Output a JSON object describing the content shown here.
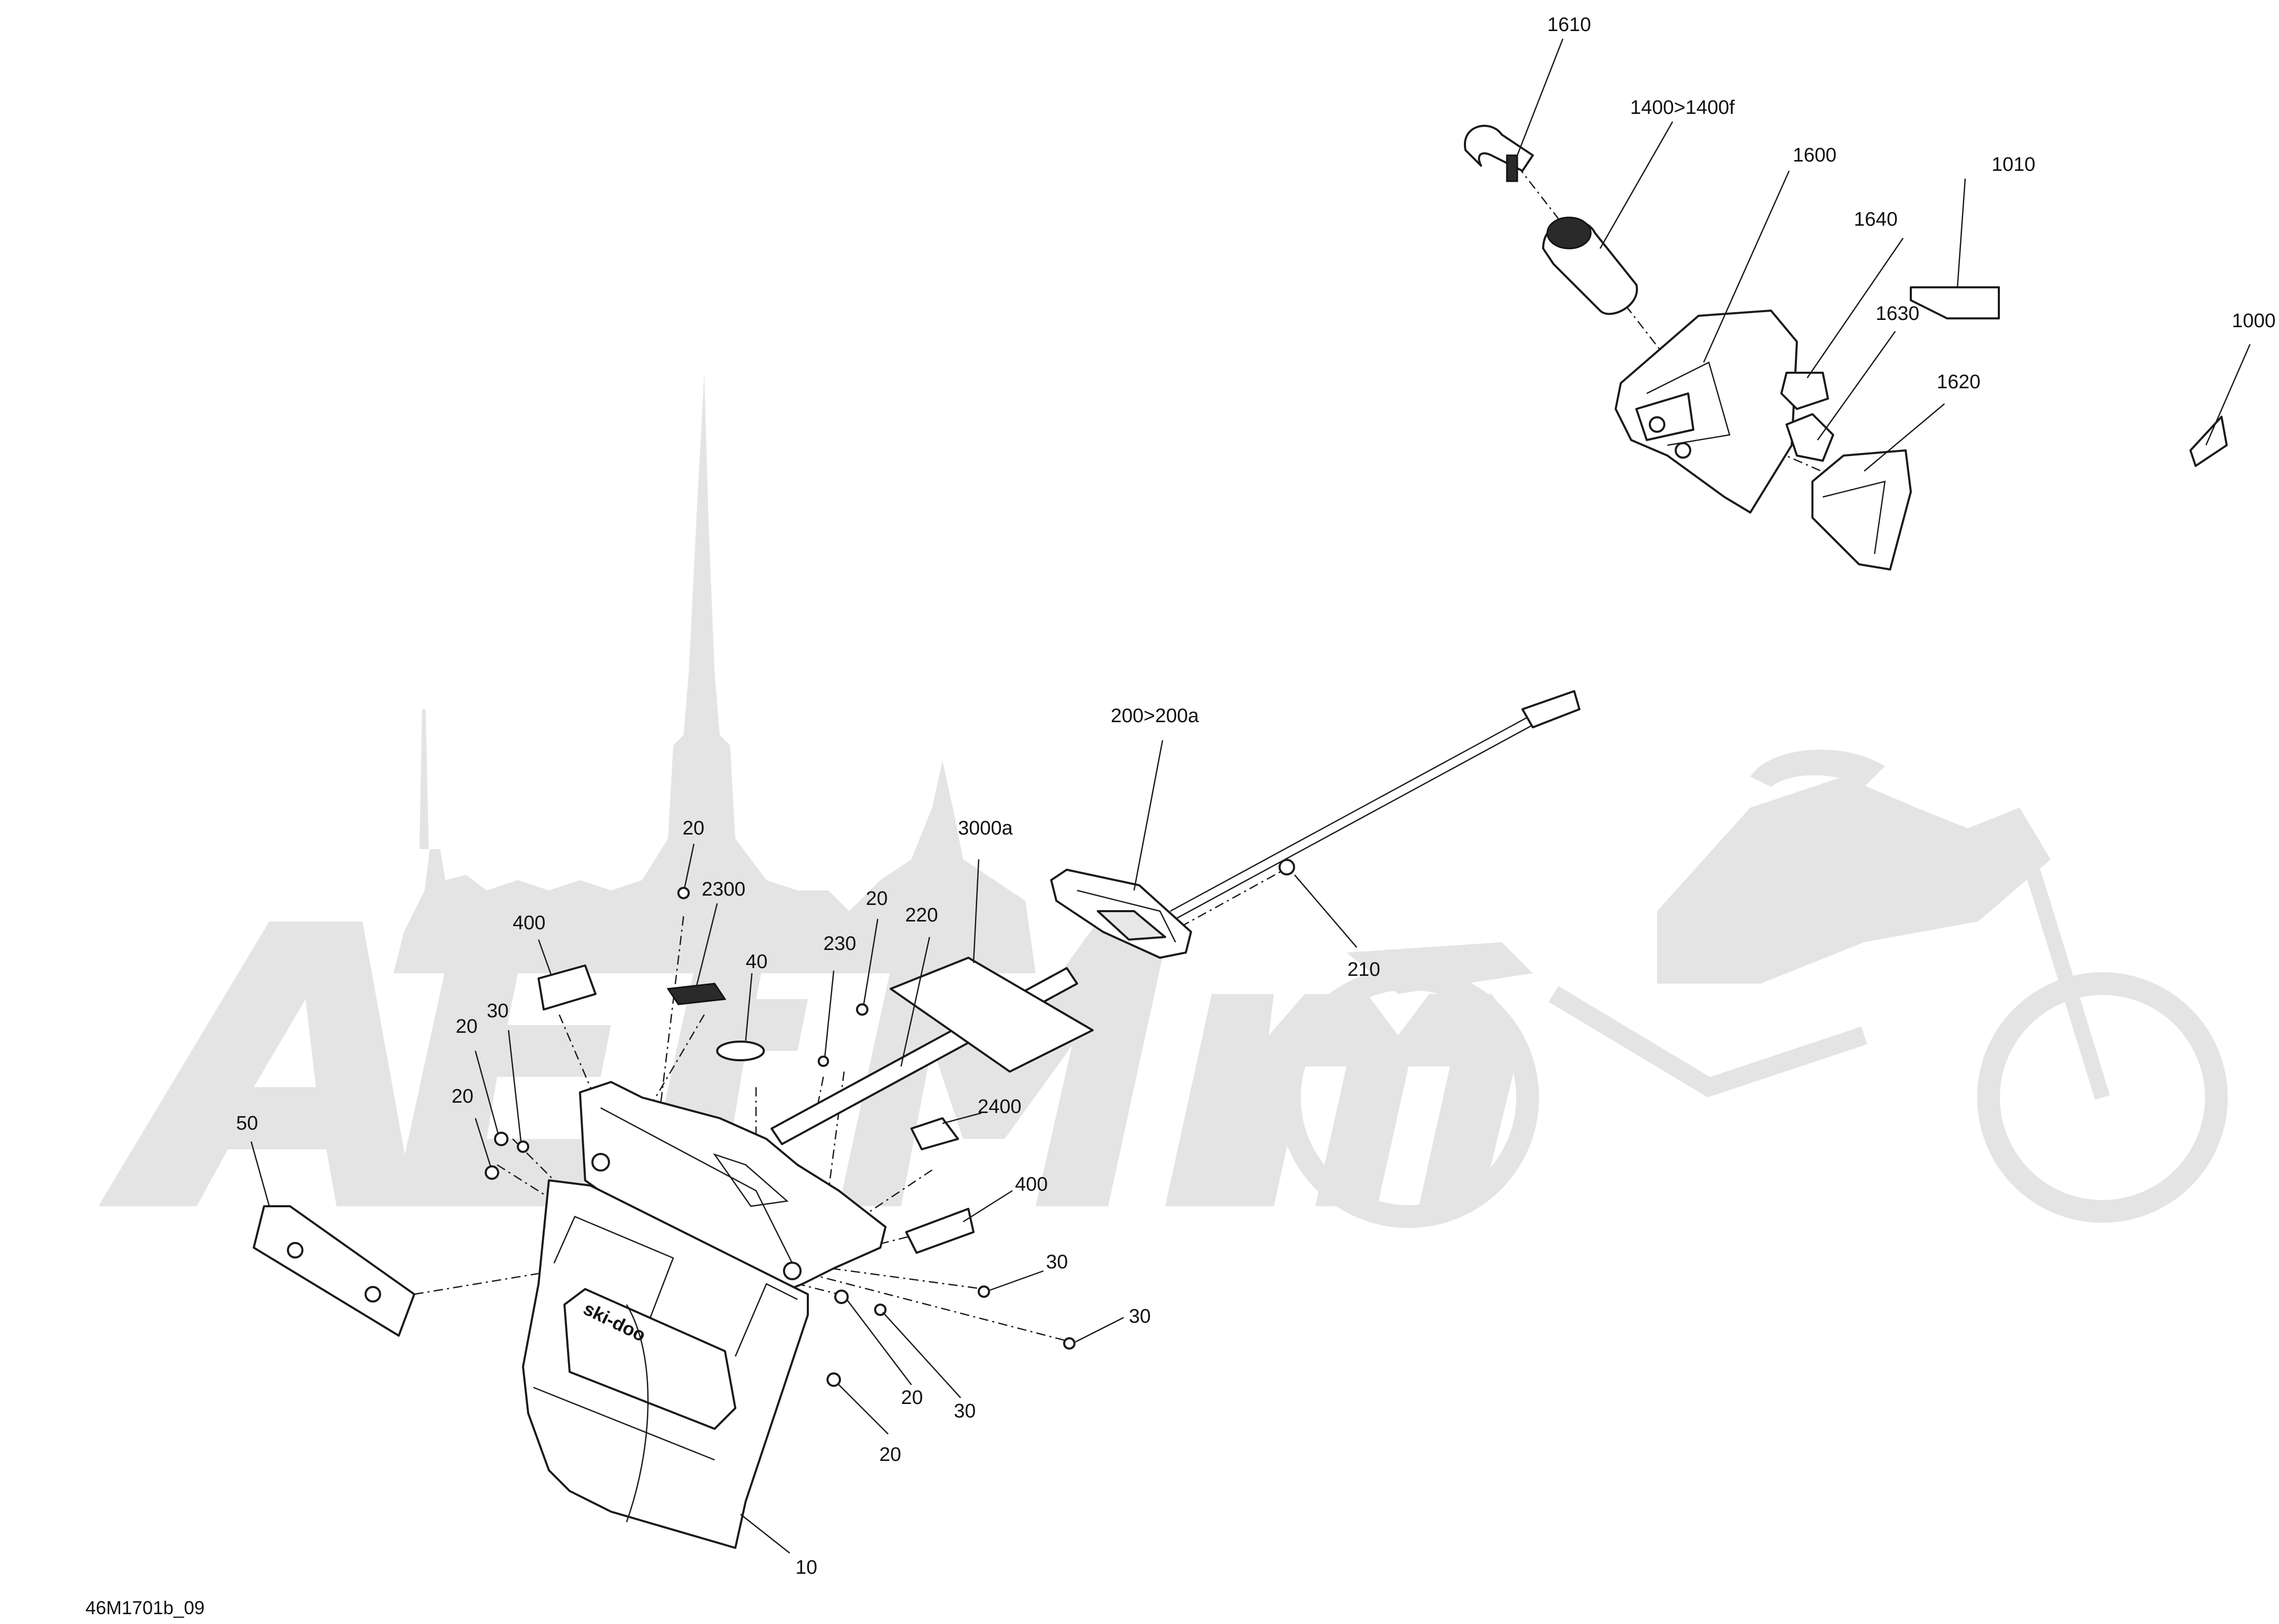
{
  "drawing_code": "46M1701b_09",
  "callouts": {
    "c1610": "1610",
    "c1400": "1400>1400f",
    "c1600": "1600",
    "c1010": "1010",
    "c1640": "1640",
    "c1630": "1630",
    "c1000": "1000",
    "c1620": "1620",
    "c200": "200>200a",
    "c210": "210",
    "c3000a": "3000a",
    "c220": "220",
    "c20a": "20",
    "c2300": "2300",
    "c20b": "20",
    "c400a": "400",
    "c40": "40",
    "c230": "230",
    "c30a": "30",
    "c20c": "20",
    "c20d": "20",
    "c2400": "2400",
    "c50": "50",
    "c400b": "400",
    "c30b": "30",
    "c30c": "30",
    "c20e": "20",
    "c30d": "30",
    "c20f": "20",
    "c10": "10"
  },
  "emblem_text": "ski-doo",
  "colors": {
    "line": "#1a1a1a",
    "watermark": "#e4e4e4",
    "background": "#ffffff"
  }
}
